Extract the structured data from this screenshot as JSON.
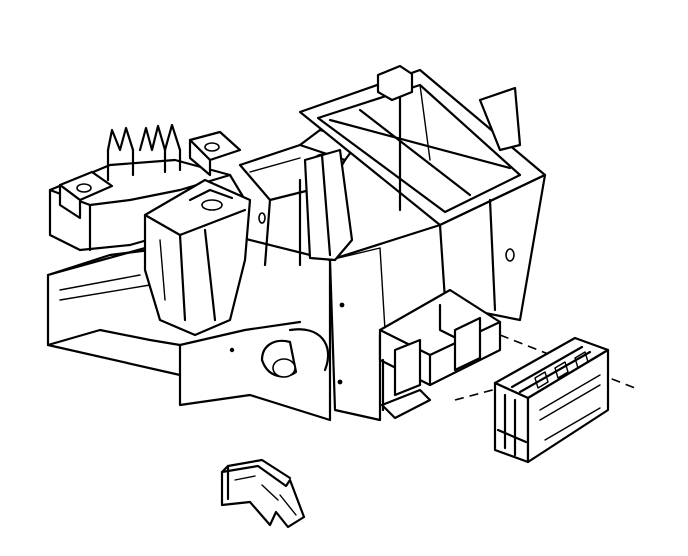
{
  "diagram": {
    "colors": {
      "line": "#000000",
      "background": "#ffffff"
    },
    "parts": [
      "instrument-panel-carrier",
      "mounting-bracket",
      "electronic-module",
      "direction-arrow"
    ]
  }
}
